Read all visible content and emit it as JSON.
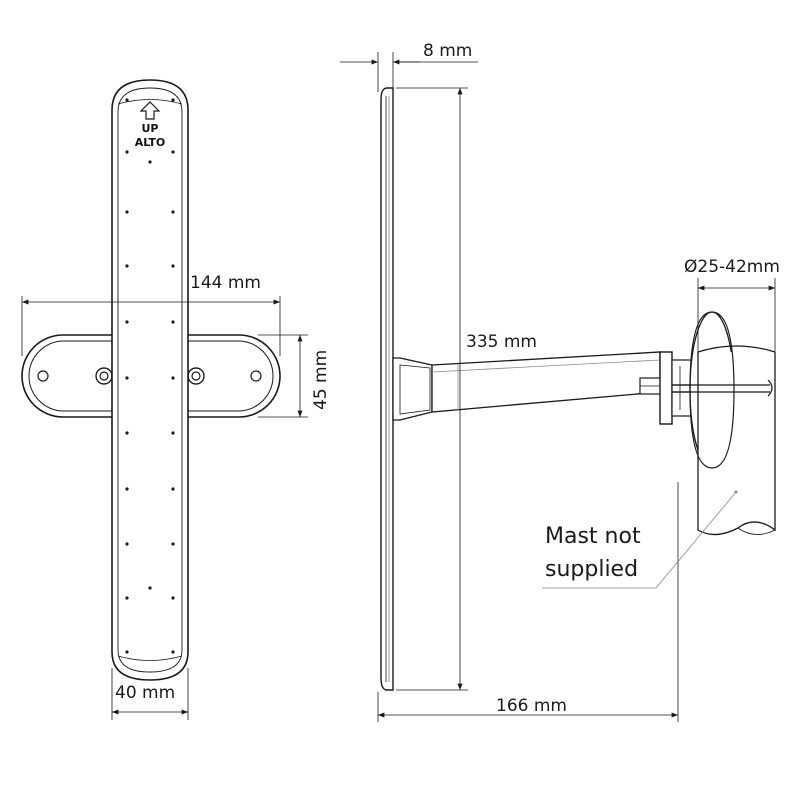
{
  "front_view": {
    "arrow_label_top": "UP",
    "arrow_label_bottom": "ALTO"
  },
  "dimensions": {
    "bracket_width": "144 mm",
    "bracket_height": "45 mm",
    "panel_width": "40 mm",
    "panel_thickness": "8 mm",
    "panel_height": "335 mm",
    "mast_diameter": "Ø25-42mm",
    "depth": "166 mm"
  },
  "note": {
    "line1": "Mast not",
    "line2": "supplied"
  }
}
